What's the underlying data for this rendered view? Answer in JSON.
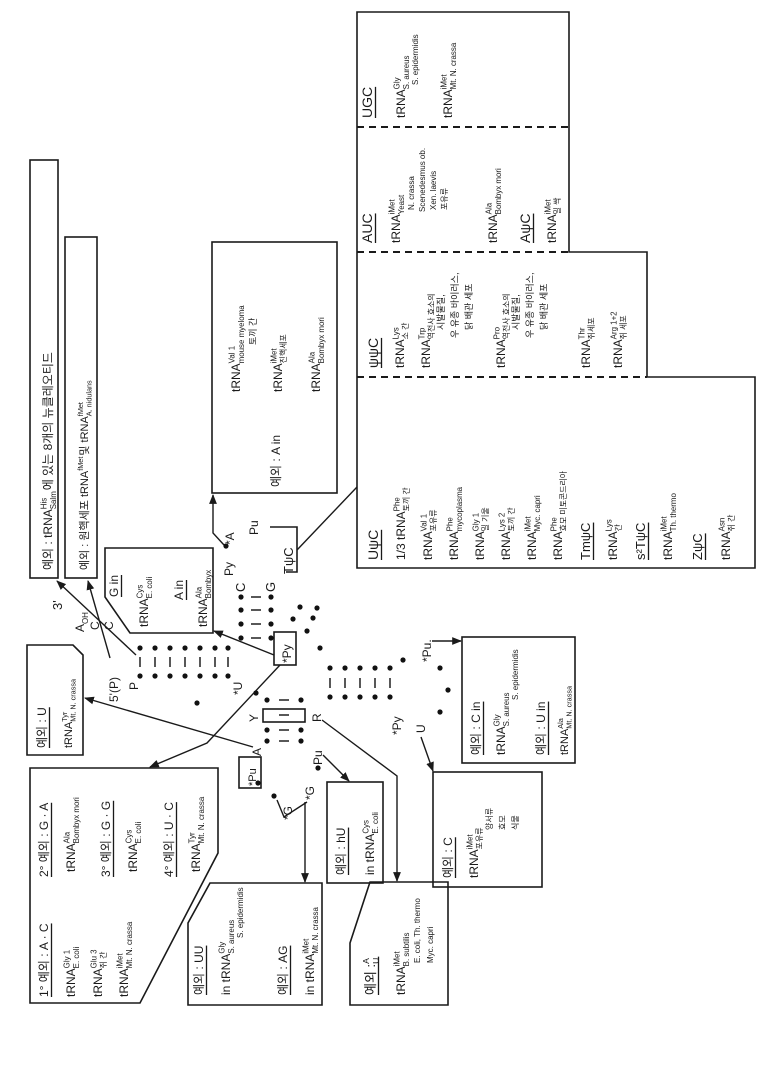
{
  "colors": {
    "ink": "#1a1a1a",
    "paper": "#ffffff"
  },
  "notes": {
    "his": [
      {
        "t": "예외 : tRNA"
      },
      {
        "sup": "His"
      },
      {
        "sub": "Salm"
      },
      {
        "t": "  에 있는 8개의 뉴클레오티드"
      }
    ],
    "fmet": [
      {
        "t": "예외 : 원핵세포 tRNA"
      },
      {
        "sup": "fMet"
      },
      {
        "t": "  및 tRNA"
      },
      {
        "sup": "fMet"
      },
      {
        "sub": "A. nidulans"
      }
    ]
  },
  "val_box": {
    "l1": [
      {
        "t": "tRNA"
      },
      {
        "sup": "Val 1"
      },
      {
        "sub": "mouse myeloma"
      }
    ],
    "l1b": [
      {
        "t": "토끼 간"
      }
    ],
    "exc": [
      {
        "t": "예외 : A in"
      }
    ],
    "l2": [
      {
        "t": "tRNA"
      },
      {
        "sup": "iMet"
      },
      {
        "sub": "진핵세포"
      }
    ],
    "l3": [
      {
        "t": "tRNA"
      },
      {
        "sup": "Ala"
      },
      {
        "sub": "Bombyx mori"
      }
    ]
  },
  "table": {
    "upc": {
      "header": [
        {
          "t": "UψC"
        }
      ],
      "l1": [
        {
          "t": "1/3 tRNA"
        },
        {
          "sup": "Phe"
        },
        {
          "sub": "토끼 간"
        }
      ],
      "l2": [
        {
          "t": "tRNA"
        },
        {
          "sup": "Val 1"
        },
        {
          "sub": "포유류"
        }
      ],
      "l3": [
        {
          "t": "tRNA"
        },
        {
          "sup": "Phe"
        },
        {
          "sub": "mycoplasma"
        }
      ],
      "l4": [
        {
          "t": "tRNA"
        },
        {
          "sup": "Gly 1"
        },
        {
          "sub": "밀 기울"
        }
      ],
      "l5": [
        {
          "t": "tRNA"
        },
        {
          "sup": "Lys 2"
        },
        {
          "sub": "토끼 간"
        }
      ],
      "l6": [
        {
          "t": "tRNA"
        },
        {
          "sup": "iMet"
        },
        {
          "sub": "Myc. capri"
        }
      ],
      "l7": [
        {
          "t": "tRNA"
        },
        {
          "sup": "Phe"
        },
        {
          "sub": "효모 미토콘드리아"
        }
      ],
      "h2": [
        {
          "t": "TmψC"
        }
      ],
      "l8": [
        {
          "t": "tRNA"
        },
        {
          "sup": "Lys"
        },
        {
          "sub": "간"
        }
      ],
      "h3": [
        {
          "t": "s²TψC"
        }
      ],
      "l9": [
        {
          "t": "tRNA"
        },
        {
          "sup": "iMet"
        },
        {
          "sub": "Th. thermo"
        }
      ],
      "h4": [
        {
          "t": "ZψC"
        }
      ],
      "l10": [
        {
          "t": "tRNA"
        },
        {
          "sup": "Asn"
        },
        {
          "sub": "쥐 간"
        }
      ]
    },
    "ppc": {
      "header": [
        {
          "t": "ψψC"
        }
      ],
      "l1": [
        {
          "t": "tRNA"
        },
        {
          "sup": "Lys"
        },
        {
          "sub": "소 간"
        }
      ],
      "l2": [
        {
          "t": "tRNA"
        },
        {
          "sup": "Trp"
        },
        {
          "sub": "역전사 효소의"
        }
      ],
      "l2a": [
        {
          "t": "시발물질,"
        }
      ],
      "l2b": [
        {
          "t": "우 유종 바이러스,"
        }
      ],
      "l2c": [
        {
          "t": "닭 배관 세포"
        }
      ],
      "l3": [
        {
          "t": "tRNA"
        },
        {
          "sup": "Pro"
        },
        {
          "sub": "역전사 효소의"
        }
      ],
      "l3a": [
        {
          "t": "시발물질,"
        }
      ],
      "l3b": [
        {
          "t": "우 유종 바이러스,"
        }
      ],
      "l3c": [
        {
          "t": "닭 배관 세포"
        }
      ],
      "l4": [
        {
          "t": "tRNA"
        },
        {
          "sup": "Thr"
        },
        {
          "sub": "쥐세포"
        }
      ],
      "l5": [
        {
          "t": "tRNA"
        },
        {
          "sup": "Arg 1+2"
        },
        {
          "sub": "쥐 세포"
        }
      ]
    },
    "auc": {
      "header": [
        {
          "t": "AUC"
        }
      ],
      "l1": [
        {
          "t": "tRNA"
        },
        {
          "sup": "iMet"
        },
        {
          "sub": "Yeast"
        }
      ],
      "l1a": [
        {
          "t": "N. crassa"
        }
      ],
      "l1b": [
        {
          "t": "Scenedesmus ob."
        }
      ],
      "l1c": [
        {
          "t": "Xen. laevis"
        }
      ],
      "l1d": [
        {
          "t": "포유류"
        }
      ],
      "l2": [
        {
          "t": "tRNA"
        },
        {
          "sup": "Ala"
        },
        {
          "sub": "Bombyx mori"
        }
      ],
      "h2": [
        {
          "t": "AψC"
        }
      ],
      "l3": [
        {
          "t": "tRNA"
        },
        {
          "sup": "iMet"
        },
        {
          "sub": "밀 싹"
        }
      ]
    },
    "ugc": {
      "header": [
        {
          "t": "UGC"
        }
      ],
      "l1": [
        {
          "t": "tRNA"
        },
        {
          "sup": "Gly"
        },
        {
          "sub": "S. aureus"
        }
      ],
      "l1a": [
        {
          "t": "S. epidermidis"
        }
      ],
      "l2": [
        {
          "t": "tRNA"
        },
        {
          "sup": "iMet"
        },
        {
          "sub": "Mt. N. crassa"
        }
      ]
    }
  },
  "clover": {
    "three_prime": "3'",
    "a_oh": [
      {
        "t": "A"
      },
      {
        "sub": "OH"
      }
    ],
    "c1": "C",
    "c2": "C",
    "five_prime": "5'(P)",
    "p": "P",
    "t_c": "C",
    "t_g": "G",
    "t_py": "Py",
    "t_a": "*A",
    "t_pu": "Pu",
    "tpsic": "TψC",
    "py_box": "*Py",
    "u8": "*U",
    "y": "Y",
    "r": "R",
    "a": "A",
    "pu_box": "*Pu",
    "g1": "*G",
    "g2": "*G",
    "d_pu": "Pu",
    "ac_pu": "*Pu.",
    "ac_py": "*Py",
    "ac_u": "U"
  },
  "boxes": {
    "u": {
      "h": [
        {
          "t": "예외 : U"
        }
      ],
      "l1": [
        {
          "t": "tRNA"
        },
        {
          "sup": "Tyr"
        },
        {
          "sub": "Mt. N. crassa"
        }
      ]
    },
    "gin": {
      "h1": [
        {
          "t": "G in"
        }
      ],
      "l1": [
        {
          "t": "tRNA"
        },
        {
          "sup": "Cys"
        },
        {
          "sub": "E. coli"
        }
      ],
      "h2": [
        {
          "t": "A in"
        }
      ],
      "l2": [
        {
          "t": "tRNA"
        },
        {
          "sup": "Ala"
        },
        {
          "sub": "Bombyx"
        }
      ]
    },
    "mis": {
      "h1": [
        {
          "t": "1° 예외 : A · C"
        }
      ],
      "l1": [
        {
          "t": "tRNA"
        },
        {
          "sup": "Gly 1"
        },
        {
          "sub": "E. coli"
        }
      ],
      "l2": [
        {
          "t": "tRNA"
        },
        {
          "sup": "Glu 3"
        },
        {
          "sub": "쥐 간"
        }
      ],
      "l3": [
        {
          "t": "tRNA"
        },
        {
          "sup": "iMet"
        },
        {
          "sub": "Mt. N. crassa"
        }
      ],
      "h2": [
        {
          "t": "2° 예외 : G · A"
        }
      ],
      "l4": [
        {
          "t": "tRNA"
        },
        {
          "sup": "Ala"
        },
        {
          "sub": "Bombyx mori"
        }
      ],
      "h3": [
        {
          "t": "3° 예외 : G · G"
        }
      ],
      "l5": [
        {
          "t": "tRNA"
        },
        {
          "sup": "Cys"
        },
        {
          "sub": "E. coli"
        }
      ],
      "h4": [
        {
          "t": "4° 예외 : U · C"
        }
      ],
      "l6": [
        {
          "t": "tRNA"
        },
        {
          "sup": "Tyr"
        },
        {
          "sub": "Mt. N. crassa"
        }
      ]
    },
    "uu": {
      "h1": [
        {
          "t": "예외 : UU"
        }
      ],
      "l1": [
        {
          "t": "in tRNA"
        },
        {
          "sup": "Gly"
        },
        {
          "sub": "S. aureus"
        }
      ],
      "l1a": [
        {
          "t": "S. epidermidis"
        }
      ],
      "h2": [
        {
          "t": "예외 : AG"
        }
      ],
      "l2": [
        {
          "t": "in tRNA"
        },
        {
          "sup": "iMet"
        },
        {
          "sub": "Mt. N. crassa"
        }
      ]
    },
    "hu": {
      "h": [
        {
          "t": "예외 : hU"
        }
      ],
      "l1": [
        {
          "t": "in tRNA"
        },
        {
          "sup": "Cys"
        },
        {
          "sub": "E. coli"
        }
      ]
    },
    "au": {
      "h": [
        {
          "t": "예외 : "
        },
        {
          "sup": "A"
        },
        {
          "sub": "U"
        }
      ],
      "l1": [
        {
          "t": "tRNA"
        },
        {
          "sup": "iMet"
        },
        {
          "sub": "B. subtilis"
        }
      ],
      "l1a": [
        {
          "t": "E. coli, Th. thermo"
        }
      ],
      "l1b": [
        {
          "t": "Myc. capri"
        }
      ]
    },
    "c": {
      "h": [
        {
          "t": "예외 : C"
        }
      ],
      "l1": [
        {
          "t": "tRNA"
        },
        {
          "sup": "iMet"
        },
        {
          "sub": "포유류"
        }
      ],
      "l1a": [
        {
          "t": "양서류"
        }
      ],
      "l1b": [
        {
          "t": "효모"
        }
      ],
      "l1c": [
        {
          "t": "식물"
        }
      ]
    },
    "cin": {
      "h1": [
        {
          "t": "예외 : C in"
        }
      ],
      "l1": [
        {
          "t": "tRNA"
        },
        {
          "sup": "Gly"
        },
        {
          "sub": "S. aureus"
        }
      ],
      "l1a": [
        {
          "t": "S. epidermidis"
        }
      ],
      "h2": [
        {
          "t": "예외 : U in"
        }
      ],
      "l2": [
        {
          "t": "tRNA"
        },
        {
          "sup": "Ala"
        },
        {
          "sub": "Mt. N. crassa"
        }
      ]
    }
  }
}
